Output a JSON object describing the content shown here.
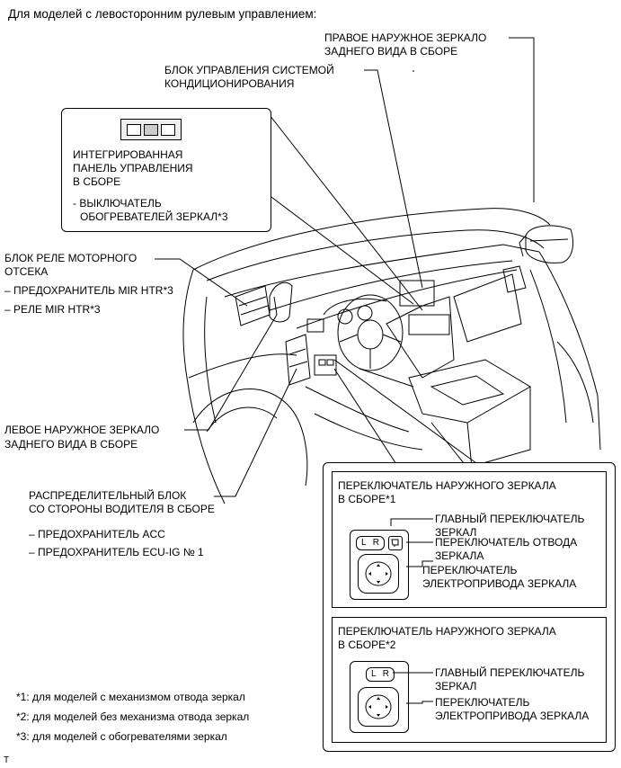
{
  "header": "Для моделей с левосторонним рулевым управлением:",
  "labels": {
    "right_mirror": [
      "ПРАВОЕ НАРУЖНОЕ ЗЕРКАЛО",
      "ЗАДНЕГО ВИДА В СБОРЕ"
    ],
    "ac_control": [
      "БЛОК УПРАВЛЕНИЯ СИСТЕМОЙ",
      "КОНДИЦИОНИРОВАНИЯ"
    ],
    "integrated_panel": [
      "ИНТЕГРИРОВАННАЯ",
      "ПАНЕЛЬ УПРАВЛЕНИЯ",
      "В СБОРЕ"
    ],
    "mirror_heater_switch": [
      "- ВЫКЛЮЧАТЕЛЬ",
      "ОБОГРЕВАТЕЛЕЙ ЗЕРКАЛ*3"
    ],
    "engine_relay_block": [
      "БЛОК РЕЛЕ МОТОРНОГО",
      "ОТСЕКА"
    ],
    "mir_htr_fuse": "– ПРЕДОХРАНИТЕЛЬ MIR HTR*3",
    "mir_htr_relay": "– РЕЛЕ MIR HTR*3",
    "left_mirror": [
      "ЛЕВОЕ НАРУЖНОЕ ЗЕРКАЛО",
      "ЗАДНЕГО ВИДА В СБОРЕ"
    ],
    "driver_junction": [
      "РАСПРЕДЕЛИТЕЛЬНЫЙ БЛОК",
      "СО СТОРОНЫ ВОДИТЕЛЯ В СБОРЕ"
    ],
    "acc_fuse": "– ПРЕДОХРАНИТЕЛЬ ACC",
    "ecu_ig_fuse": "– ПРЕДОХРАНИТЕЛЬ ECU-IG № 1"
  },
  "switch_box_1": {
    "title": [
      "ПЕРЕКЛЮЧАТЕЛЬ НАРУЖНОГО ЗЕРКАЛА",
      "В СБОРЕ*1"
    ],
    "main_switch": [
      "ГЛАВНЫЙ ПЕРЕКЛЮЧАТЕЛЬ",
      "ЗЕРКАЛ"
    ],
    "retract_switch": [
      "ПЕРЕКЛЮЧАТЕЛЬ ОТВОДА",
      "ЗЕРКАЛА"
    ],
    "drive_switch": [
      "ПЕРЕКЛЮЧАТЕЛЬ",
      "ЭЛЕКТРОПРИВОДА ЗЕРКАЛА"
    ],
    "key_l": "L",
    "key_r": "R"
  },
  "switch_box_2": {
    "title": [
      "ПЕРЕКЛЮЧАТЕЛЬ НАРУЖНОГО ЗЕРКАЛА",
      "В СБОРЕ*2"
    ],
    "main_switch": [
      "ГЛАВНЫЙ ПЕРЕКЛЮЧАТЕЛЬ",
      "ЗЕРКАЛ"
    ],
    "drive_switch": [
      "ПЕРЕКЛЮЧАТЕЛЬ",
      "ЭЛЕКТРОПРИВОДА ЗЕРКАЛА"
    ],
    "key_l": "L",
    "key_r": "R"
  },
  "footnotes": [
    "*1: для моделей с механизмом отвода зеркал",
    "*2: для моделей без механизма отвода зеркал",
    "*3: для моделей с обогревателями зеркал"
  ],
  "corner_mark": "T"
}
